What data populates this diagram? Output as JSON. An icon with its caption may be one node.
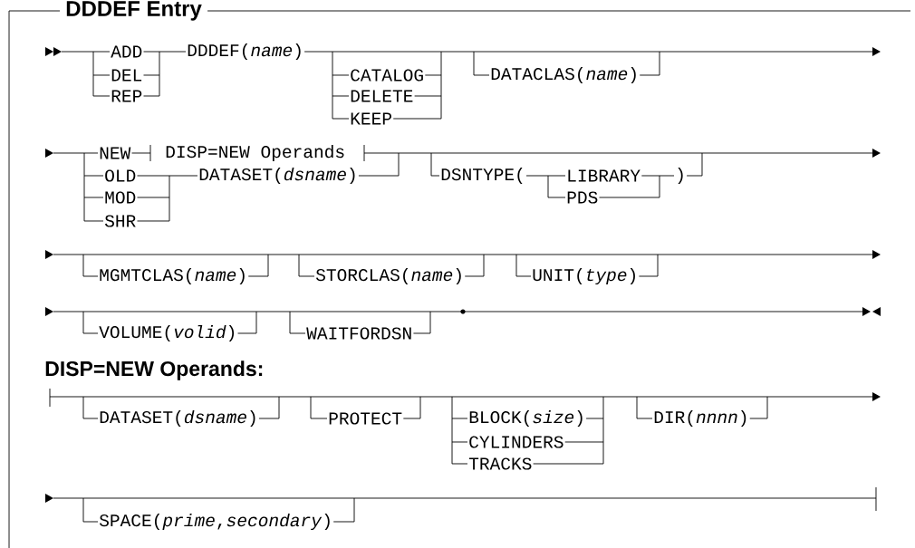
{
  "diagram": {
    "title": "DDDEF Entry",
    "labels": [
      "ADD",
      "DEL",
      "REP",
      "DDDEF(*name*)",
      "CATALOG",
      "DELETE",
      "KEEP",
      "DATACLAS(*name*)",
      "NEW",
      "DISP=NEW Operands",
      "OLD",
      "MOD",
      "SHR",
      "DATASET(*dsname*)",
      "DSNTYPE(",
      "LIBRARY",
      ")",
      "PDS",
      "MGMTCLAS(*name*)",
      "STORCLAS(*name*)",
      "UNIT(*type*)",
      "VOLUME(*volid*)",
      "WAITFORDSN",
      "DISP=NEW Operands:",
      "DATASET(*dsname*)",
      "PROTECT",
      "BLOCK(*size*)",
      "CYLINDERS",
      "TRACKS",
      "DIR(*nnnn*)",
      "SPACE(*prime*,*secondary*)"
    ]
  }
}
